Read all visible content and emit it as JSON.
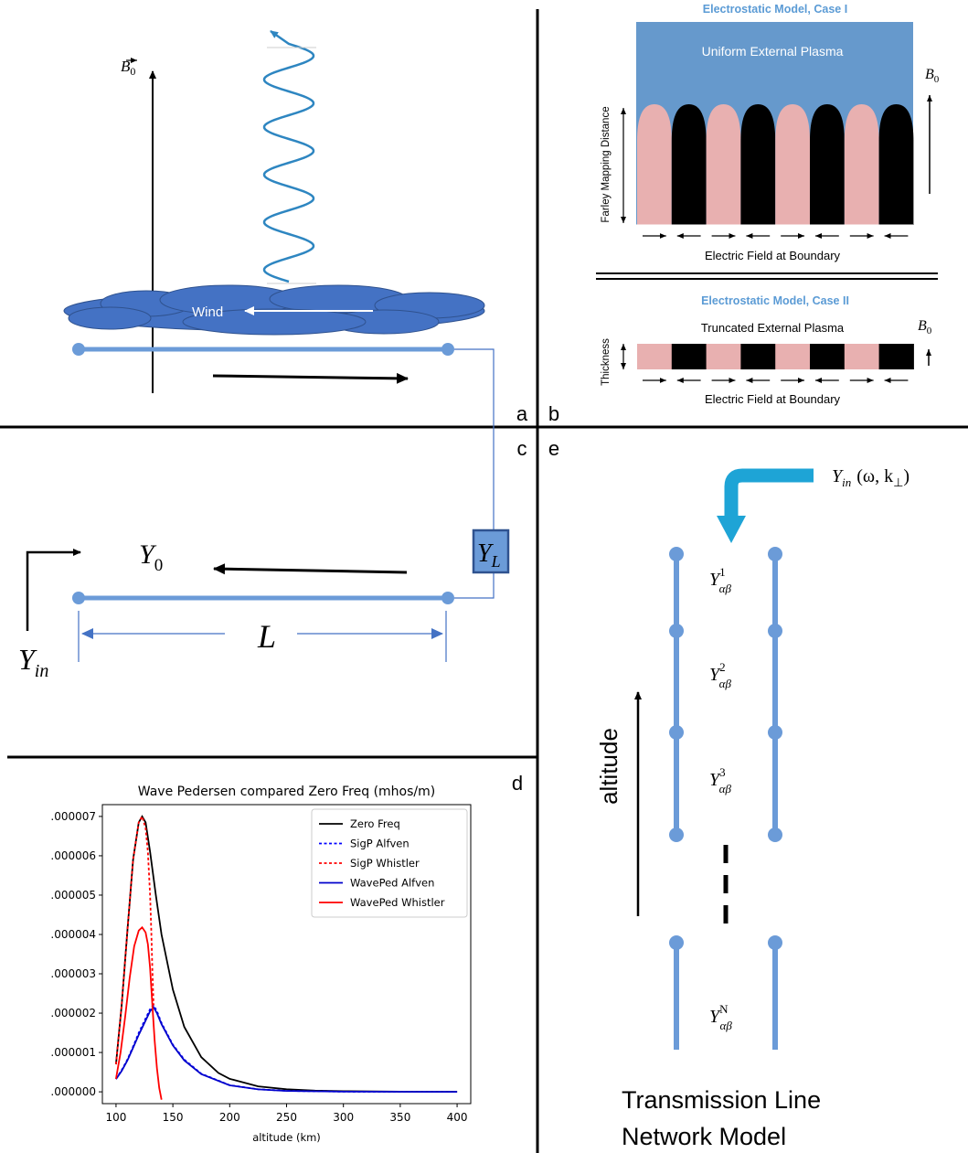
{
  "panels": {
    "a": {
      "letter": "a",
      "b0": "B",
      "b0_sub": "0",
      "wind": "Wind"
    },
    "b": {
      "letter": "b",
      "case1_title": "Electrostatic Model, Case I",
      "uniform": "Uniform External Plasma",
      "farley": "Farley Mapping Distance",
      "efield1": "Electric Field at Boundary",
      "case2_title": "Electrostatic Model, Case II",
      "truncated": "Truncated External Plasma",
      "thickness": "Thickness",
      "efield2": "Electric Field at Boundary",
      "b0": "B",
      "b0_sub": "0"
    },
    "c": {
      "letter": "c",
      "y0": "Y",
      "y0_sub": "0",
      "yl": "Y",
      "yl_sub": "L",
      "l": "L",
      "yin": "Y",
      "yin_sub": "in"
    },
    "d": {
      "letter": "d"
    },
    "e": {
      "letter": "e",
      "yin_label": "Y",
      "yin_sub": "in",
      "yin_args": "(ω, k",
      "yin_perp": "⊥",
      "yin_close": ")",
      "altitude": "altitude",
      "y": "Y",
      "y_sub": "αβ",
      "sup1": "1",
      "sup2": "2",
      "sup3": "3",
      "supN": "N",
      "title_line1": "Transmission Line",
      "title_line2": "Network Model"
    }
  },
  "colors": {
    "wave_blue": "#2e86c1",
    "cloud_blue": "#4472c4",
    "panel_b_blue": "#6699cc",
    "pink": "#e8b0b0",
    "tl_blue": "#6b9bd8",
    "accent_cyan": "#1ea4d6"
  },
  "chart_data": {
    "type": "line",
    "title": "Wave Pedersen compared Zero Freq (mhos/m)",
    "xlabel": "altitude (km)",
    "ylabel": "",
    "xlim": [
      88,
      412
    ],
    "ylim": [
      -3e-07,
      7.3e-06
    ],
    "xticks": [
      100,
      150,
      200,
      250,
      300,
      350,
      400
    ],
    "yticks": [
      0.0,
      1e-06,
      2e-06,
      3e-06,
      4e-06,
      5e-06,
      6e-06,
      7e-06
    ],
    "ytick_labels": [
      ".000000",
      ".000001",
      ".000002",
      ".000003",
      ".000004",
      ".000005",
      ".000006",
      ".000007"
    ],
    "legend_position": "top-right",
    "series": [
      {
        "name": "Zero Freq",
        "color": "#000000",
        "dash": "solid",
        "x": [
          100,
          105,
          110,
          115,
          120,
          123,
          126,
          130,
          135,
          140,
          150,
          160,
          175,
          190,
          200,
          225,
          250,
          275,
          300,
          350,
          400
        ],
        "y": [
          7e-07,
          2.2e-06,
          4.1e-06,
          5.9e-06,
          6.85e-06,
          7e-06,
          6.85e-06,
          6.1e-06,
          5e-06,
          4e-06,
          2.6e-06,
          1.65e-06,
          8.8e-07,
          4.8e-07,
          3.3e-07,
          1.4e-07,
          6.5e-08,
          3e-08,
          1.5e-08,
          4e-09,
          1e-09
        ]
      },
      {
        "name": "SigP Alfven",
        "color": "#0000ff",
        "dash": "dotted",
        "x": [
          100,
          105,
          110,
          115,
          120,
          125,
          130,
          133,
          136,
          140,
          150,
          160,
          175,
          200,
          225,
          250,
          300,
          350,
          400
        ],
        "y": [
          3.3e-07,
          5.5e-07,
          8.2e-07,
          1.15e-06,
          1.5e-06,
          1.8e-06,
          2.1e-06,
          2.2e-06,
          2.05e-06,
          1.75e-06,
          1.2e-06,
          8.2e-07,
          4.6e-07,
          1.7e-07,
          6.5e-08,
          2.5e-08,
          5e-09,
          1e-09,
          0.0
        ]
      },
      {
        "name": "SigP Whistler",
        "color": "#ff0000",
        "dash": "dotted",
        "x": [
          100,
          105,
          110,
          115,
          120,
          123,
          126,
          128,
          130,
          131,
          132,
          133
        ],
        "y": [
          7e-07,
          2.2e-06,
          4.1e-06,
          5.9e-06,
          6.85e-06,
          7e-06,
          6.7e-06,
          6.1e-06,
          5e-06,
          4.1e-06,
          3.1e-06,
          2.2e-06
        ]
      },
      {
        "name": "WavePed Alfven",
        "color": "#0000cc",
        "dash": "solid",
        "x": [
          100,
          105,
          110,
          115,
          120,
          125,
          130,
          133,
          136,
          140,
          150,
          160,
          175,
          200,
          225,
          250,
          300,
          350,
          400
        ],
        "y": [
          3.2e-07,
          5.3e-07,
          8e-07,
          1.12e-06,
          1.45e-06,
          1.75e-06,
          2.05e-06,
          2.15e-06,
          2e-06,
          1.72e-06,
          1.18e-06,
          8e-07,
          4.5e-07,
          1.65e-07,
          6.2e-08,
          2.3e-08,
          5e-09,
          1e-09,
          0.0
        ]
      },
      {
        "name": "WavePed Whistler",
        "color": "#ff0000",
        "dash": "solid",
        "x": [
          100,
          104,
          108,
          112,
          116,
          120,
          123,
          126,
          128,
          130,
          132,
          134,
          136,
          138,
          140
        ],
        "y": [
          3.3e-07,
          1e-06,
          1.9e-06,
          2.9e-06,
          3.7e-06,
          4.1e-06,
          4.18e-06,
          4.05e-06,
          3.75e-06,
          3.15e-06,
          2.2e-06,
          1.3e-06,
          6e-07,
          1e-07,
          -2e-07
        ]
      }
    ]
  }
}
